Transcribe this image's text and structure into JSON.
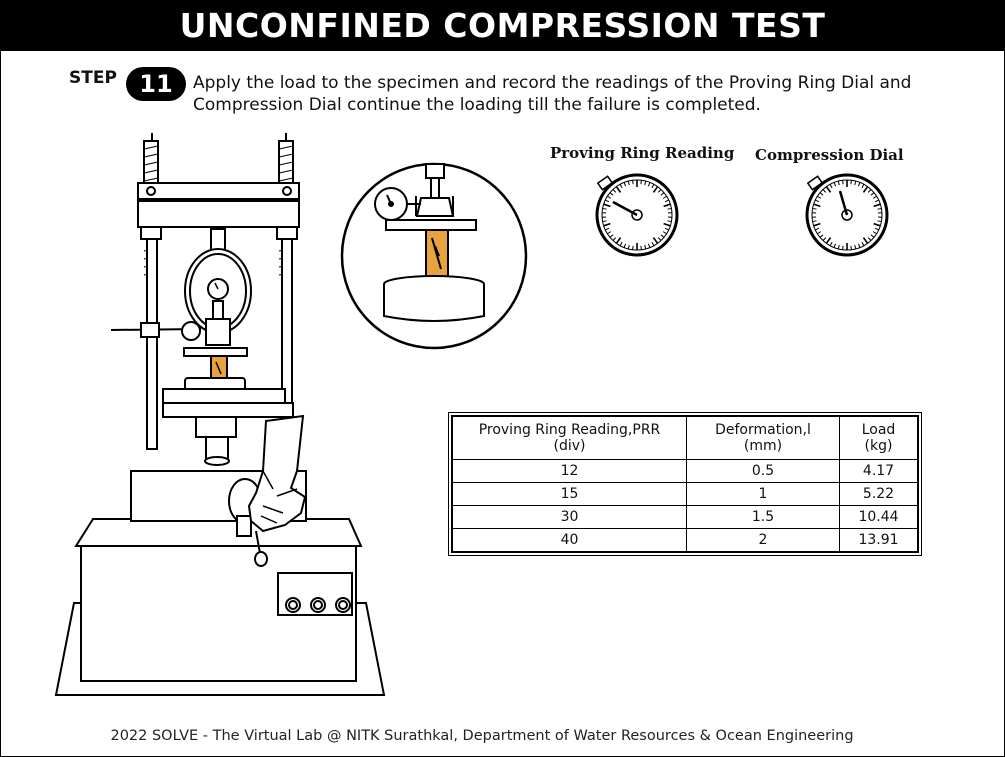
{
  "header": {
    "title": "UNCONFINED COMPRESSION TEST"
  },
  "step": {
    "label": "STEP",
    "number": "11",
    "instruction_line1": "Apply the load to the specimen and record the readings of the Proving Ring Dial and",
    "instruction_line2": "Compression Dial continue the loading till the failure is completed."
  },
  "dials": {
    "proving_ring_label": "Proving Ring Reading",
    "compression_label": "Compression Dial"
  },
  "table": {
    "headers": [
      {
        "line1": "Proving Ring Reading,PRR",
        "line2": "(div)"
      },
      {
        "line1": "Deformation,l",
        "line2": "(mm)"
      },
      {
        "line1": "Load",
        "line2": "(kg)"
      }
    ],
    "rows": [
      [
        "12",
        "0.5",
        "4.17"
      ],
      [
        "15",
        "1",
        "5.22"
      ],
      [
        "30",
        "1.5",
        "10.44"
      ],
      [
        "40",
        "2",
        "13.91"
      ]
    ]
  },
  "footer": {
    "text": "2022 SOLVE - The Virtual Lab @ NITK Surathkal, Department of Water Resources & Ocean Engineering"
  },
  "colors": {
    "specimen": "#e8a33c",
    "ink": "#000000",
    "background": "#ffffff"
  }
}
